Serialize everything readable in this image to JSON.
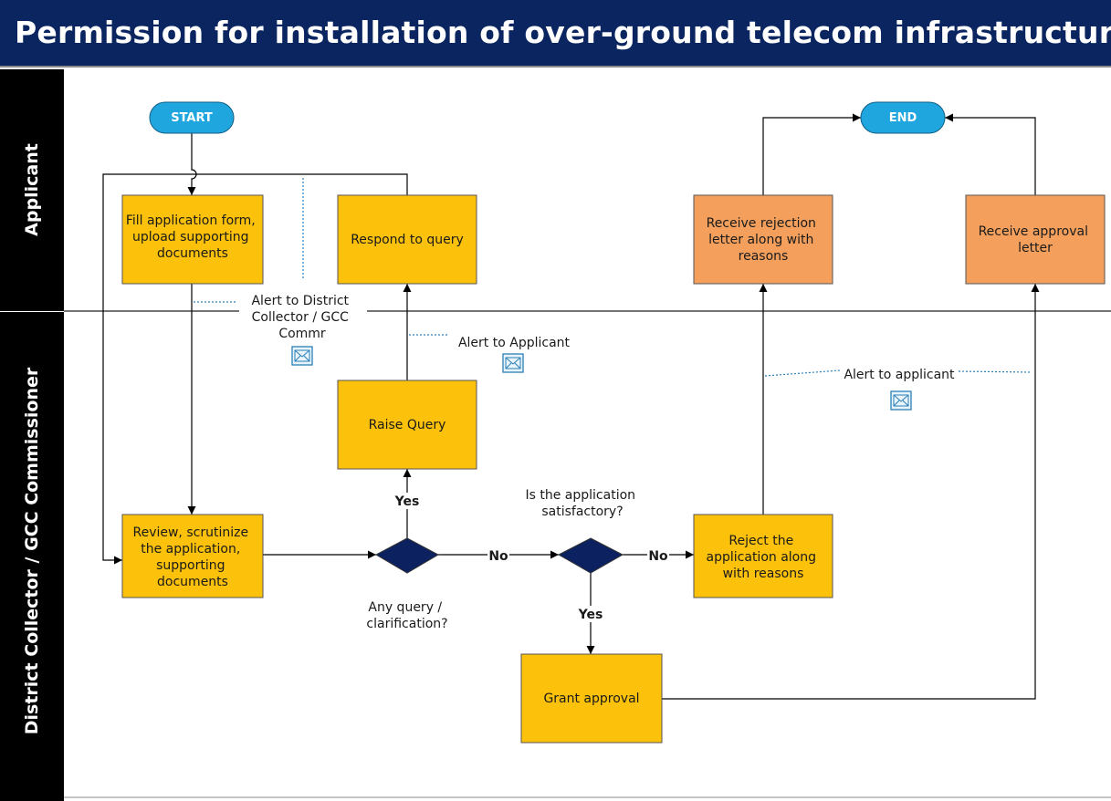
{
  "title": "Permission for installation of over-ground telecom infrastructure",
  "colors": {
    "title_bg": "#0b2561",
    "terminal": "#1fa6de",
    "process": "#fcc10b",
    "applicant_result": "#f4a05c",
    "decision": "#0c2160"
  },
  "lanes": {
    "applicant": "Applicant",
    "collector": "District Collector / GCC Commissioner"
  },
  "nodes": {
    "start": "START",
    "end": "END",
    "fill_form": [
      "Fill application form,",
      "upload supporting",
      "documents"
    ],
    "respond": [
      "Respond to query"
    ],
    "receive_rejection": [
      "Receive rejection",
      "letter along with",
      "reasons"
    ],
    "receive_approval": [
      "Receive approval",
      "letter"
    ],
    "raise_query": [
      "Raise Query"
    ],
    "review": [
      "Review, scrutinize",
      "the application,",
      "supporting",
      "documents"
    ],
    "reject": [
      "Reject the",
      "application along",
      "with reasons"
    ],
    "grant": [
      "Grant approval"
    ]
  },
  "decisions": {
    "query": [
      "Any query /",
      "clarification?"
    ],
    "satisfactory": [
      "Is the application",
      "satisfactory?"
    ]
  },
  "edge_labels": {
    "yes_query": "Yes",
    "no_query": "No",
    "no_satisfactory": "No",
    "yes_satisfactory": "Yes"
  },
  "alerts": {
    "collector": [
      "Alert to District",
      "Collector / GCC",
      "Commr"
    ],
    "applicant_query": [
      "Alert to Applicant"
    ],
    "applicant_result": [
      "Alert to applicant"
    ]
  },
  "icons": [
    "envelope-icon"
  ]
}
